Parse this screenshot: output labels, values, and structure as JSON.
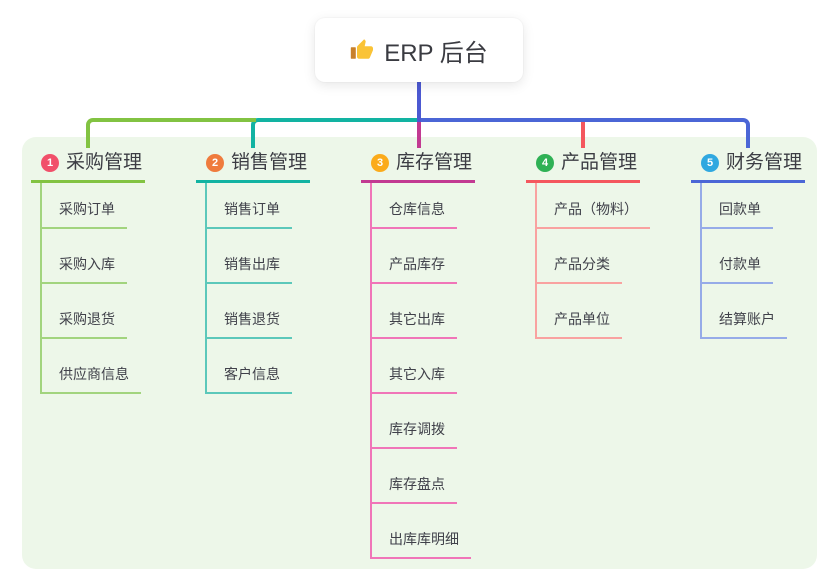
{
  "root": {
    "label": "ERP 后台",
    "icon": "thumbs-up-icon"
  },
  "branches": [
    {
      "num": "1",
      "label": "采购管理",
      "badge_color": "#f1506a",
      "line_color": "#82c342",
      "child_line_color": "#a2d47e",
      "children": [
        "采购订单",
        "采购入库",
        "采购退货",
        "供应商信息"
      ]
    },
    {
      "num": "2",
      "label": "销售管理",
      "badge_color": "#ef7b3d",
      "line_color": "#12b3a2",
      "child_line_color": "#5cc8ba",
      "children": [
        "销售订单",
        "销售出库",
        "销售退货",
        "客户信息"
      ]
    },
    {
      "num": "3",
      "label": "库存管理",
      "badge_color": "#fbab1b",
      "line_color": "#c23a92",
      "child_line_color": "#f075b8",
      "children": [
        "仓库信息",
        "产品库存",
        "其它出库",
        "其它入库",
        "库存调拨",
        "库存盘点",
        "出库库明细"
      ]
    },
    {
      "num": "4",
      "label": "产品管理",
      "badge_color": "#2fb155",
      "line_color": "#f4575e",
      "child_line_color": "#f9a2a0",
      "children": [
        "产品（物料）",
        "产品分类",
        "产品单位"
      ]
    },
    {
      "num": "5",
      "label": "财务管理",
      "badge_color": "#30a8e0",
      "line_color": "#4b66d6",
      "child_line_color": "#96abe8",
      "children": [
        "回款单",
        "付款单",
        "结算账户"
      ]
    }
  ],
  "connector_colors": {
    "root_stem": "#4c59d2",
    "right_rail": "#4b66d6",
    "left_rail_teal": "#12b3a2",
    "left_rail_green": "#82c342",
    "branch3_drop": "#c23a92",
    "branch4_drop": "#f4575e"
  },
  "panel_color": "#edf7e9"
}
